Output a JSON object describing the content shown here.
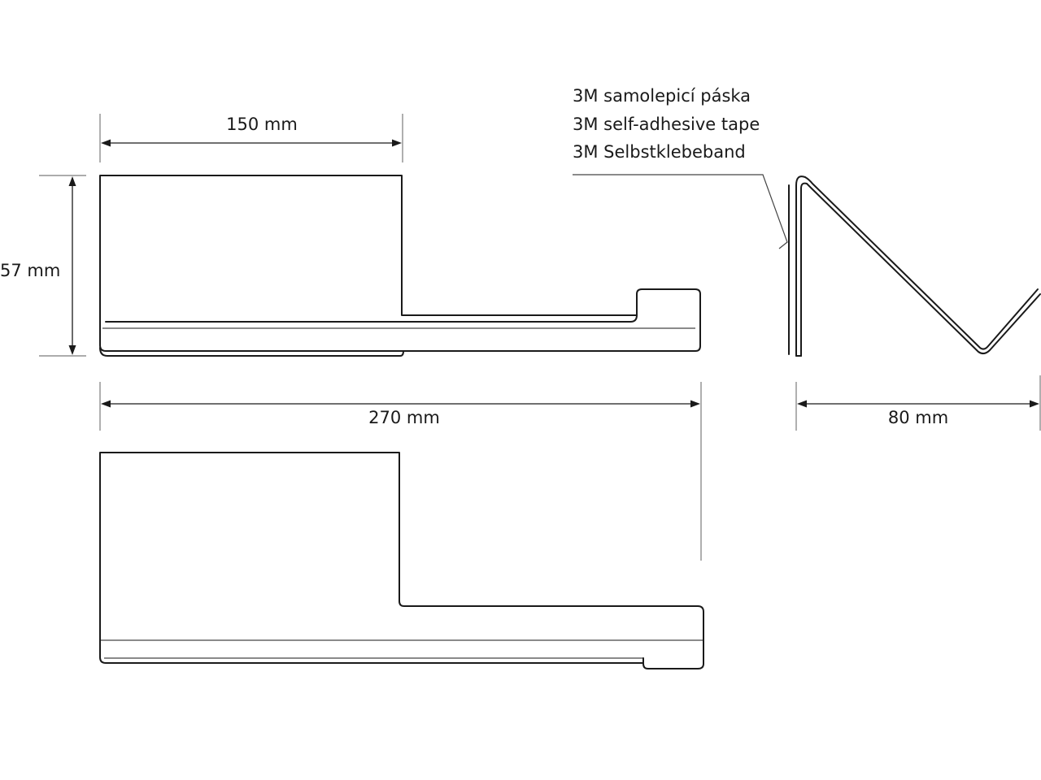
{
  "dimensions": {
    "width_top": "150 mm",
    "height": "57 mm",
    "total_length": "270 mm",
    "depth": "80 mm"
  },
  "tape_note": {
    "czech": "3M samolepicí páska",
    "english": "3M self-adhesive tape",
    "german": "3M Selbstklebeband"
  }
}
